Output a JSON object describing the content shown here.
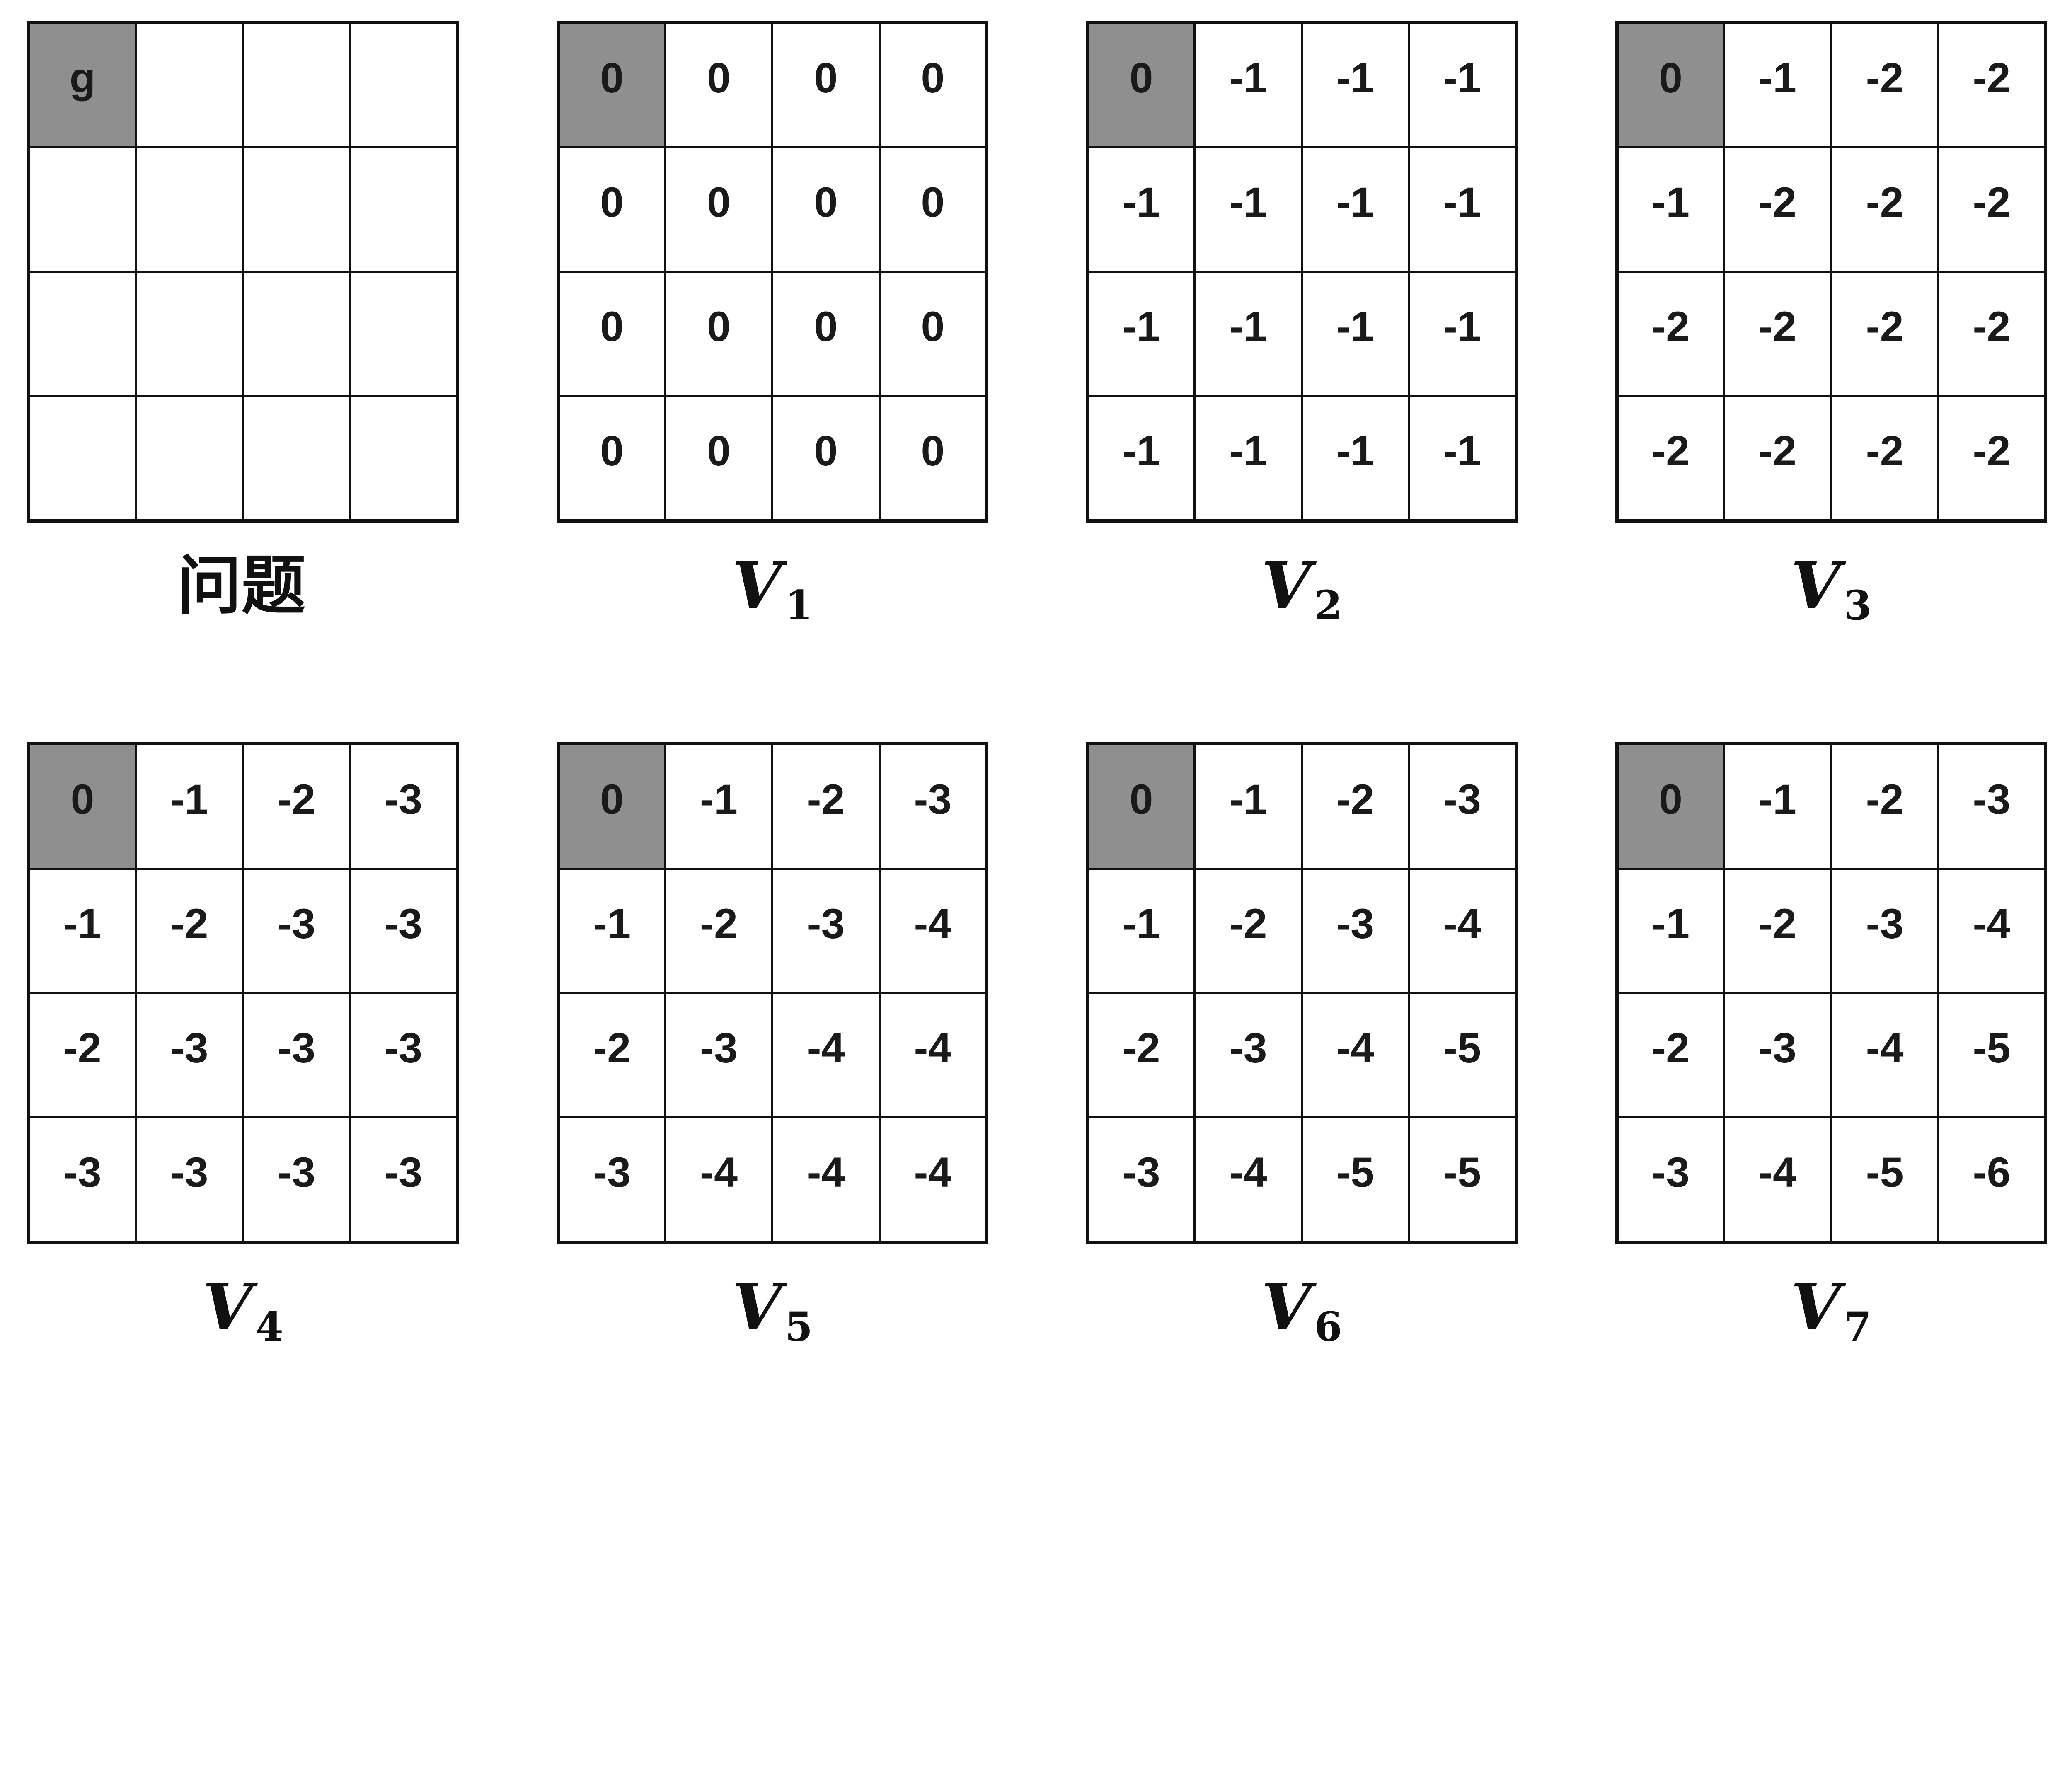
{
  "figure": {
    "description_labels": {
      "problem_label": "问题",
      "iteration_labels": [
        "V1",
        "V2",
        "V3",
        "V4",
        "V5",
        "V6",
        "V7"
      ]
    },
    "colors": {
      "shaded_cell_bg": "#8f8f8f",
      "grid_line": "#111111",
      "cell_bg": "#ffffff",
      "text": "#1a1a1a",
      "background": "#ffffff"
    },
    "panels": [
      {
        "id": "problem",
        "label_base": "问题",
        "label_sub": "",
        "label_kind": "cjk",
        "shaded_cell": {
          "row": 0,
          "col": 0
        },
        "cells": [
          [
            "g",
            "",
            "",
            ""
          ],
          [
            "",
            "",
            "",
            ""
          ],
          [
            "",
            "",
            "",
            ""
          ],
          [
            "",
            "",
            "",
            ""
          ]
        ]
      },
      {
        "id": "v1",
        "label_base": "V",
        "label_sub": "1",
        "label_kind": "math",
        "shaded_cell": {
          "row": 0,
          "col": 0
        },
        "cells": [
          [
            "0",
            "0",
            "0",
            "0"
          ],
          [
            "0",
            "0",
            "0",
            "0"
          ],
          [
            "0",
            "0",
            "0",
            "0"
          ],
          [
            "0",
            "0",
            "0",
            "0"
          ]
        ]
      },
      {
        "id": "v2",
        "label_base": "V",
        "label_sub": "2",
        "label_kind": "math",
        "shaded_cell": {
          "row": 0,
          "col": 0
        },
        "cells": [
          [
            "0",
            "-1",
            "-1",
            "-1"
          ],
          [
            "-1",
            "-1",
            "-1",
            "-1"
          ],
          [
            "-1",
            "-1",
            "-1",
            "-1"
          ],
          [
            "-1",
            "-1",
            "-1",
            "-1"
          ]
        ]
      },
      {
        "id": "v3",
        "label_base": "V",
        "label_sub": "3",
        "label_kind": "math",
        "shaded_cell": {
          "row": 0,
          "col": 0
        },
        "cells": [
          [
            "0",
            "-1",
            "-2",
            "-2"
          ],
          [
            "-1",
            "-2",
            "-2",
            "-2"
          ],
          [
            "-2",
            "-2",
            "-2",
            "-2"
          ],
          [
            "-2",
            "-2",
            "-2",
            "-2"
          ]
        ]
      },
      {
        "id": "v4",
        "label_base": "V",
        "label_sub": "4",
        "label_kind": "math",
        "shaded_cell": {
          "row": 0,
          "col": 0
        },
        "cells": [
          [
            "0",
            "-1",
            "-2",
            "-3"
          ],
          [
            "-1",
            "-2",
            "-3",
            "-3"
          ],
          [
            "-2",
            "-3",
            "-3",
            "-3"
          ],
          [
            "-3",
            "-3",
            "-3",
            "-3"
          ]
        ]
      },
      {
        "id": "v5",
        "label_base": "V",
        "label_sub": "5",
        "label_kind": "math",
        "shaded_cell": {
          "row": 0,
          "col": 0
        },
        "cells": [
          [
            "0",
            "-1",
            "-2",
            "-3"
          ],
          [
            "-1",
            "-2",
            "-3",
            "-4"
          ],
          [
            "-2",
            "-3",
            "-4",
            "-4"
          ],
          [
            "-3",
            "-4",
            "-4",
            "-4"
          ]
        ]
      },
      {
        "id": "v6",
        "label_base": "V",
        "label_sub": "6",
        "label_kind": "math",
        "shaded_cell": {
          "row": 0,
          "col": 0
        },
        "cells": [
          [
            "0",
            "-1",
            "-2",
            "-3"
          ],
          [
            "-1",
            "-2",
            "-3",
            "-4"
          ],
          [
            "-2",
            "-3",
            "-4",
            "-5"
          ],
          [
            "-3",
            "-4",
            "-5",
            "-5"
          ]
        ]
      },
      {
        "id": "v7",
        "label_base": "V",
        "label_sub": "7",
        "label_kind": "math",
        "shaded_cell": {
          "row": 0,
          "col": 0
        },
        "cells": [
          [
            "0",
            "-1",
            "-2",
            "-3"
          ],
          [
            "-1",
            "-2",
            "-3",
            "-4"
          ],
          [
            "-2",
            "-3",
            "-4",
            "-5"
          ],
          [
            "-3",
            "-4",
            "-5",
            "-6"
          ]
        ]
      }
    ]
  }
}
